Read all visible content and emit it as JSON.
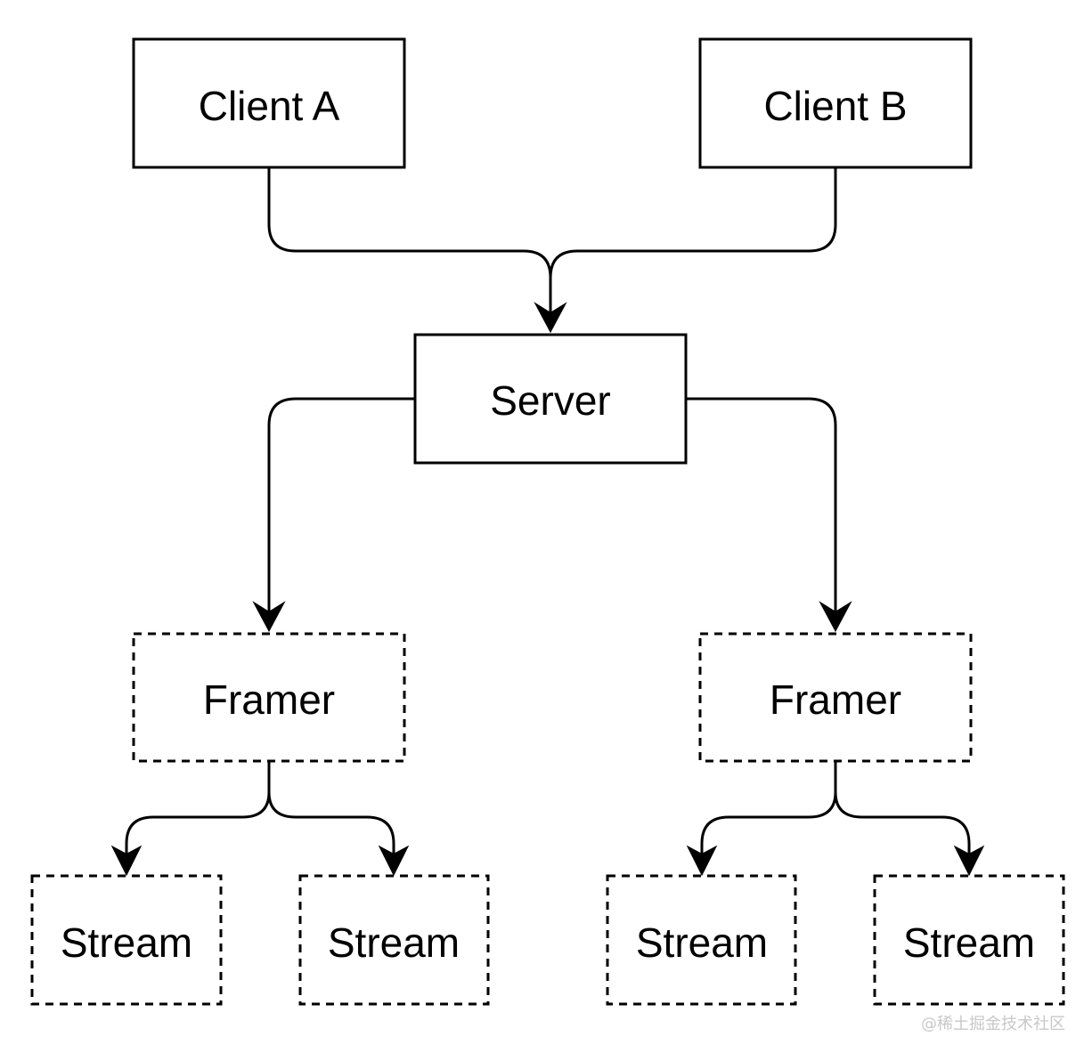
{
  "diagram": {
    "nodes": {
      "client_a": "Client A",
      "client_b": "Client B",
      "server": "Server",
      "framer_left": "Framer",
      "framer_right": "Framer",
      "stream_1": "Stream",
      "stream_2": "Stream",
      "stream_3": "Stream",
      "stream_4": "Stream"
    },
    "edges": [
      {
        "from": "client_a",
        "to": "server"
      },
      {
        "from": "client_b",
        "to": "server"
      },
      {
        "from": "server",
        "to": "framer_left"
      },
      {
        "from": "server",
        "to": "framer_right"
      },
      {
        "from": "framer_left",
        "to": "stream_1"
      },
      {
        "from": "framer_left",
        "to": "stream_2"
      },
      {
        "from": "framer_right",
        "to": "stream_3"
      },
      {
        "from": "framer_right",
        "to": "stream_4"
      }
    ]
  },
  "watermark": "@稀土掘金技术社区"
}
